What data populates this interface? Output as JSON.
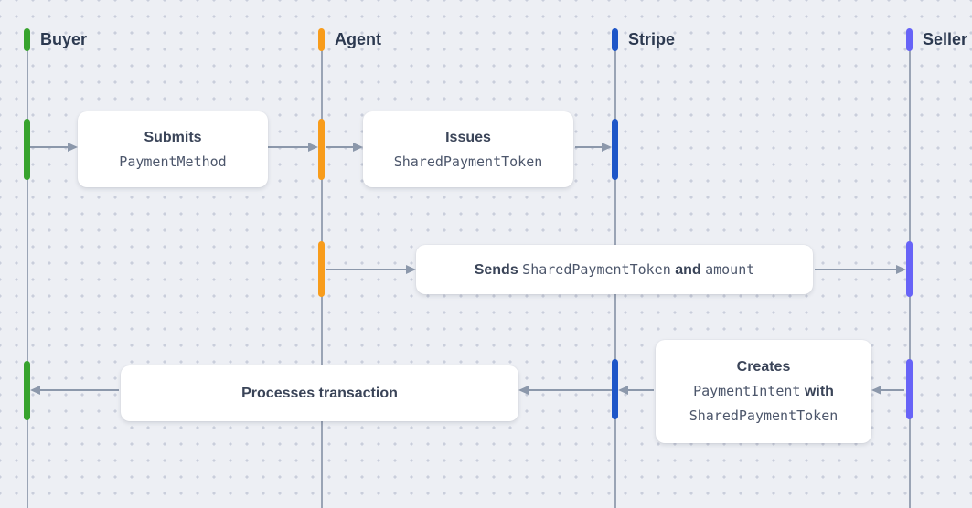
{
  "colors": {
    "background": "#EDEFF4",
    "grid_dot": "#C9CEDB",
    "lifeline": "#9AA4B5",
    "arrow": "#8C98AB",
    "box_background": "#FFFFFF",
    "actor_label_text": "#2C3950",
    "message_bold_text": "#3A4458",
    "message_code_text": "#4C566B",
    "buyer": "#37A32D",
    "agent": "#F89C1B",
    "stripe": "#1E56C8",
    "seller": "#6763F7"
  },
  "actors": [
    {
      "id": "buyer",
      "label": "Buyer"
    },
    {
      "id": "agent",
      "label": "Agent"
    },
    {
      "id": "stripe",
      "label": "Stripe"
    },
    {
      "id": "seller",
      "label": "Seller"
    }
  ],
  "messages": {
    "submit": {
      "from": "Buyer",
      "to": "Agent",
      "title": "Submits",
      "code": "PaymentMethod"
    },
    "issue": {
      "from": "Agent",
      "to": "Stripe",
      "title": "Issues",
      "code": "SharedPaymentToken"
    },
    "send": {
      "from": "Agent",
      "to": "Seller",
      "word1": "Sends",
      "code1": "SharedPaymentToken",
      "word2": "and",
      "code2": "amount"
    },
    "create": {
      "from": "Seller",
      "to": "Stripe",
      "title": "Creates",
      "code1": "PaymentIntent",
      "word1": "with",
      "code2": "SharedPaymentToken"
    },
    "process": {
      "from": "Stripe",
      "to": "Buyer",
      "title": "Processes transaction"
    }
  }
}
